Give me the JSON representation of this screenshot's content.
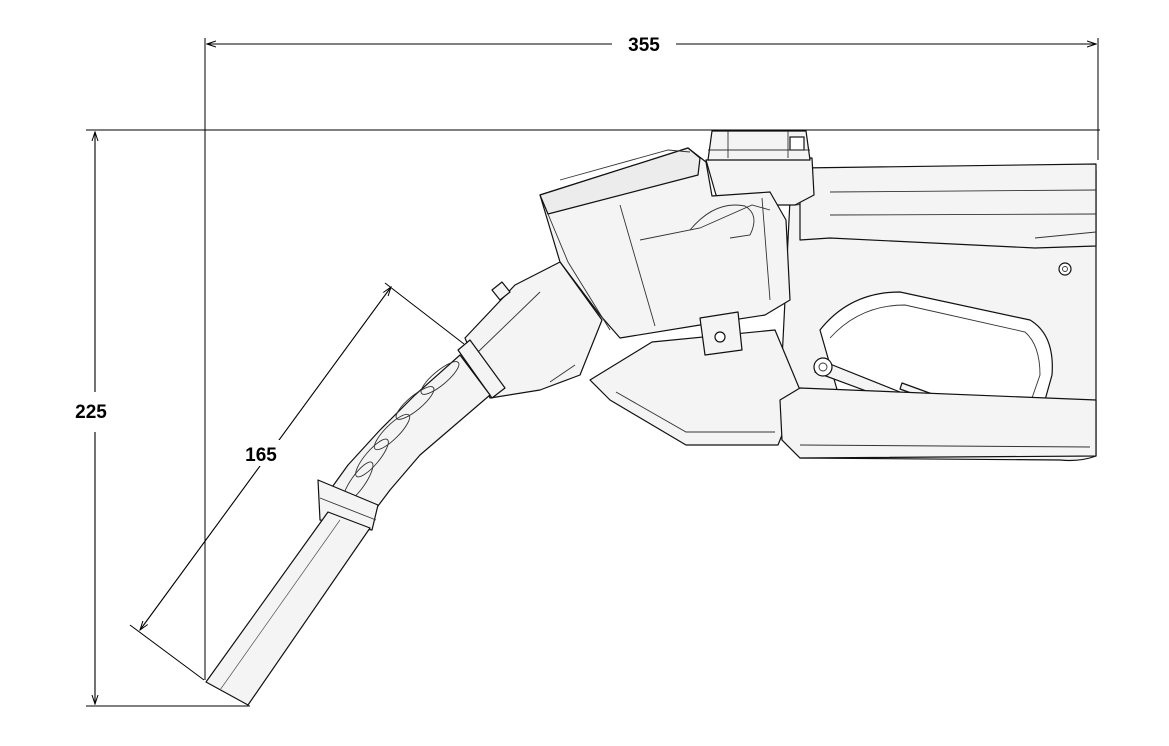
{
  "dimensions": {
    "overall_length": "355",
    "overall_height": "225",
    "spout_length": "165"
  }
}
